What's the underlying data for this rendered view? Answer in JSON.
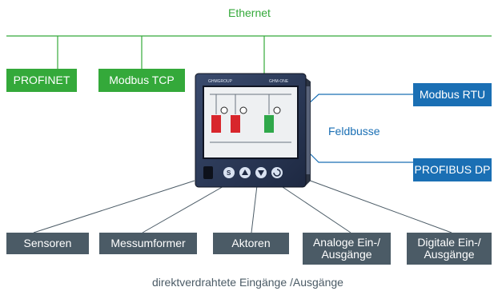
{
  "network": {
    "ethernet_label": "Ethernet",
    "fieldbus_label": "Feldbusse",
    "wiring_label": "direktverdrahtete Eingänge /Ausgänge"
  },
  "ethernet_protocols": [
    {
      "label": "PROFINET"
    },
    {
      "label": "Modbus TCP"
    }
  ],
  "fieldbus_protocols": [
    {
      "label": "Modbus RTU"
    },
    {
      "label": "PROFIBUS DP"
    }
  ],
  "io_devices": [
    {
      "label": "Sensoren"
    },
    {
      "label": "Messumformer"
    },
    {
      "label": "Aktoren"
    },
    {
      "line1": "Analoge Ein-/",
      "line2": "Ausgänge"
    },
    {
      "line1": "Digitale Ein-/",
      "line2": "Ausgänge"
    }
  ],
  "device": {
    "brand_text": "GHMGROUP",
    "model_text": "GHM-ONE",
    "button_s_label": "S"
  },
  "colors": {
    "ethernet_green": "#34a93a",
    "fieldbus_blue": "#1a6fb4",
    "io_slate": "#4b5b66"
  }
}
